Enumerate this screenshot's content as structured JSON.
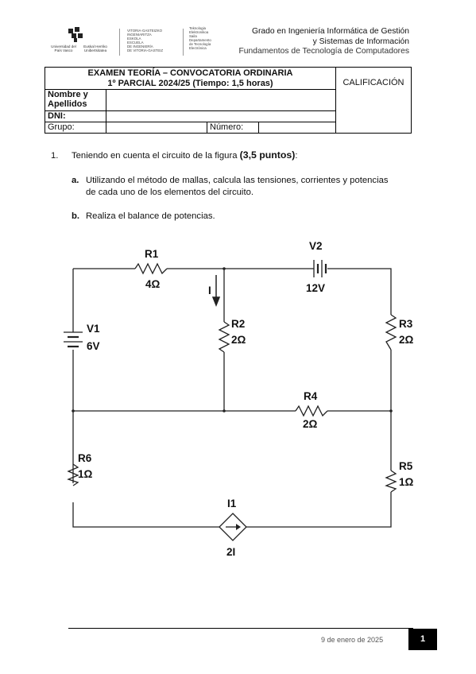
{
  "header": {
    "upv_logo_left": "Universidad del País Vasco",
    "upv_logo_right": "Euskal Herriko Unibertsitatea",
    "school_lines": [
      "VITORIA-GASTEIZKO",
      "INGENIARITZA",
      "ESKOLA",
      "ESCUELA",
      "DE INGENIERÍA",
      "DE VITORIA-GASTEIZ"
    ],
    "department_lines": [
      "Teknologia",
      "Elektronikoa",
      "Saila",
      "Departamento",
      "de Tecnología",
      "Electrónica"
    ],
    "degree_line1": "Grado en Ingeniería Informática de Gestión",
    "degree_line2": "y Sistemas de Información",
    "course": "Fundamentos de Tecnología de Computadores"
  },
  "exam_table": {
    "title_line1": "EXAMEN TEORÍA – CONVOCATORIA ORDINARIA",
    "title_line2": "1º PARCIAL 2024/25 (Tiempo: 1,5 horas)",
    "grade_header": "CALIFICACIÓN",
    "name_label": "Nombre y Apellidos",
    "dni_label": "DNI:",
    "group_label": "Grupo:",
    "number_label": "Número:"
  },
  "question": {
    "number": "1.",
    "text": "Teniendo en cuenta el circuito de la figura",
    "points": "(3,5 puntos)",
    "after_points": ":",
    "a_letter": "a.",
    "a_text_line1": "Utilizando el método de mallas, calcula las tensiones, corrientes y potencias",
    "a_text_line2": "de cada uno de los elementos del circuito.",
    "b_letter": "b.",
    "b_text": "Realiza el balance de potencias."
  },
  "circuit": {
    "R1": {
      "name": "R1",
      "value": "4Ω"
    },
    "V2": {
      "name": "V2",
      "value": "12V"
    },
    "V1": {
      "name": "V1",
      "value": "6V"
    },
    "R2": {
      "name": "R2",
      "value": "2Ω"
    },
    "R3": {
      "name": "R3",
      "value": "2Ω"
    },
    "R4": {
      "name": "R4",
      "value": "2Ω"
    },
    "R5": {
      "name": "R5",
      "value": "1Ω"
    },
    "R6": {
      "name": "R6",
      "value": "1Ω"
    },
    "I1": {
      "name": "I1",
      "value": "2I"
    },
    "current_label": "I"
  },
  "footer": {
    "date": "9 de enero de 2025",
    "page": "1"
  }
}
